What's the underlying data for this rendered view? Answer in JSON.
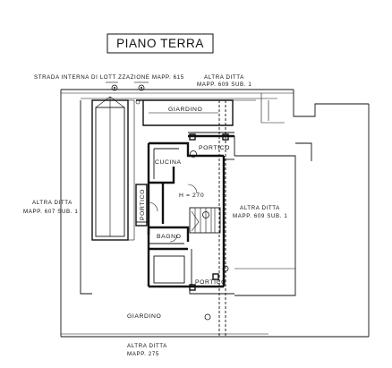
{
  "title": "PIANO TERRA",
  "labels": {
    "strada": "STRADA INTERNA DI LOTT ZZAZIONE MAPP. 615",
    "altra_ditta_top_1": "ALTRA DITTA",
    "altra_ditta_top_2": "MAPP. 609 SUB. 1",
    "altra_ditta_left_1": "ALTRA DITTA",
    "altra_ditta_left_2": "MAPP. 607 SUB. 1",
    "altra_ditta_right_1": "ALTRA DITTA",
    "altra_ditta_right_2": "MAPP. 609 SUB. 1",
    "altra_ditta_bottom_1": "ALTRA DITTA",
    "altra_ditta_bottom_2": "MAPP. 275"
  },
  "rooms": {
    "giardino_top": "GIARDINO",
    "portico_top": "PORTICO",
    "cucina": "CUCINA",
    "portico_left": "PORTICO",
    "height": "H = 270",
    "bagno": "BAGNO",
    "portico_bottom": "PORTICO",
    "giardino_bottom": "GIARDINO"
  },
  "colors": {
    "ink": "#111111",
    "background": "#ffffff"
  }
}
